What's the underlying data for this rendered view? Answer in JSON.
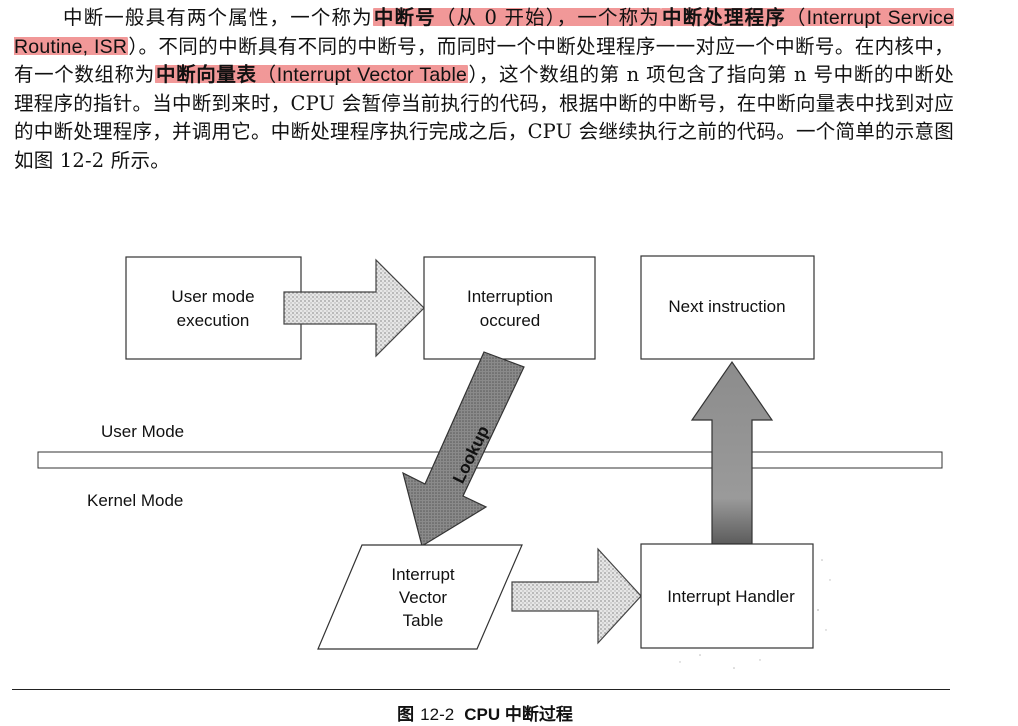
{
  "paragraph": {
    "s1": "中断一般具有两个属性，一个称为",
    "t_int_num": "中断号",
    "s2": "（从 0 开始），一个称为",
    "t_isr": "中断处理程序",
    "s3": "（",
    "isr_en": "Interrupt Service Routine, ISR",
    "s4": "）。不同的中断具有不同的中断号，而同时一个中断处理程序一一对应一个中断号。在内核中，有一个数组称为",
    "t_ivt": "中断向量表",
    "s5": "（",
    "ivt_en": "Interrupt Vector Table",
    "s6": "），这个数组的第 n 项包含了指向第 n 号中断的中断处理程序的指针。当中断到来时，CPU 会暂停当前执行的代码，根据中断的中断号，在中断向量表中找到对应的中断处理程序，并调用它。中断处理程序执行完成之后，CPU 会继续执行之前的代码。一个简单的示意图如图 12-2 所示。"
  },
  "diagram": {
    "user_mode_box": [
      "User mode",
      "execution"
    ],
    "interruption_box": [
      "Interruption",
      "occured"
    ],
    "next_box": "Next instruction",
    "ivt_box": [
      "Interrupt",
      "Vector",
      "Table"
    ],
    "handler_box": "Interrupt Handler",
    "lookup_label": "Lookup",
    "user_mode_label": "User Mode",
    "kernel_mode_label": "Kernel Mode"
  },
  "caption": {
    "prefix": "图",
    "number": "12-2",
    "title": "CPU 中断过程"
  }
}
